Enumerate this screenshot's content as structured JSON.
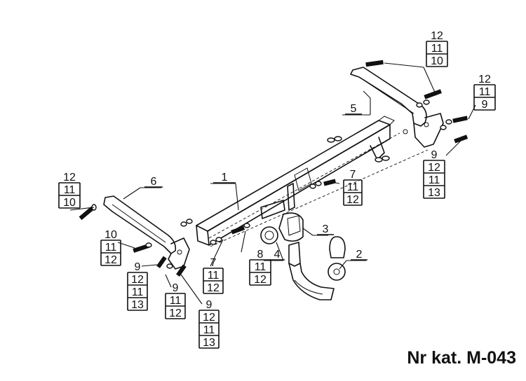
{
  "callouts": [
    {
      "id": "c1",
      "lines": [
        "1"
      ]
    },
    {
      "id": "c2",
      "lines": [
        "2"
      ]
    },
    {
      "id": "c3",
      "lines": [
        "3"
      ]
    },
    {
      "id": "c4",
      "lines": [
        "4"
      ]
    },
    {
      "id": "c5",
      "lines": [
        "5"
      ]
    },
    {
      "id": "c6",
      "lines": [
        "6"
      ]
    },
    {
      "id": "c7a",
      "lines": [
        "7",
        "11",
        "12"
      ]
    },
    {
      "id": "c7b",
      "lines": [
        "7",
        "11",
        "12"
      ]
    },
    {
      "id": "c8",
      "lines": [
        "8",
        "11",
        "12"
      ]
    },
    {
      "id": "c12a",
      "lines": [
        "12",
        "11",
        "10"
      ]
    },
    {
      "id": "c12b",
      "lines": [
        "12",
        "11",
        "9"
      ]
    },
    {
      "id": "c9a",
      "lines": [
        "9",
        "12",
        "11",
        "13"
      ]
    },
    {
      "id": "c12c",
      "lines": [
        "12",
        "11",
        "10"
      ]
    },
    {
      "id": "c10",
      "lines": [
        "10",
        "11",
        "12"
      ]
    },
    {
      "id": "c9b",
      "lines": [
        "9",
        "12",
        "11",
        "13"
      ]
    },
    {
      "id": "c9c",
      "lines": [
        "9",
        "11",
        "12"
      ]
    },
    {
      "id": "c9d",
      "lines": [
        "9",
        "12",
        "11",
        "13"
      ]
    }
  ],
  "catalog_label": "Nr kat. M-043"
}
